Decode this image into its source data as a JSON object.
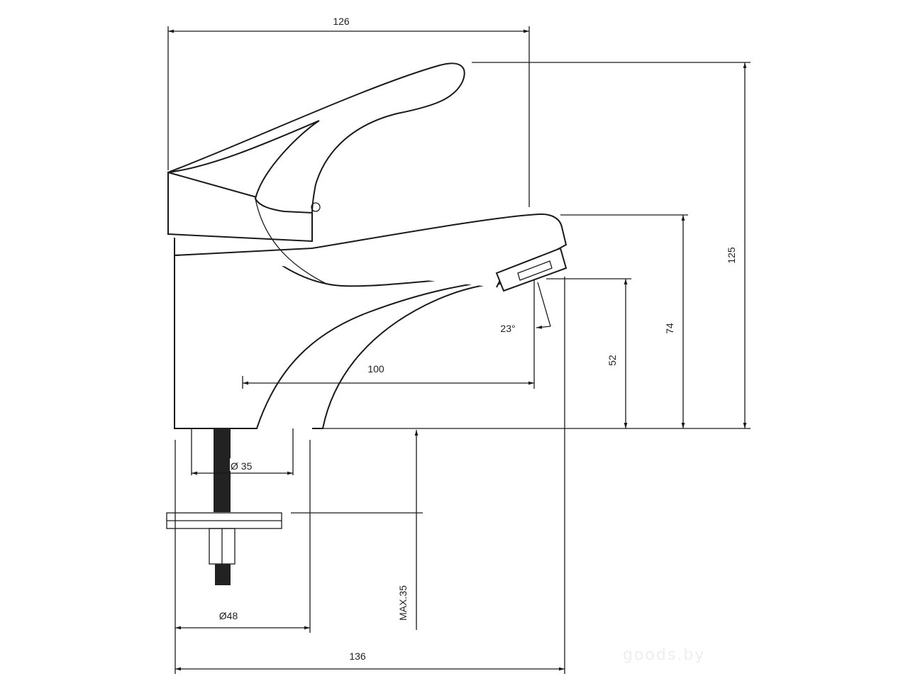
{
  "drawing": {
    "dimensions": {
      "total_width_top": "126",
      "total_height": "125",
      "spout_height": "74",
      "aerator_height": "52",
      "spout_reach": "100",
      "spout_angle": "23°",
      "shank_diameter": "Ø 35",
      "base_diameter": "Ø48",
      "max_counter_thickness": "MAX.35",
      "total_width_bottom": "136"
    },
    "watermark": "goods.by"
  }
}
